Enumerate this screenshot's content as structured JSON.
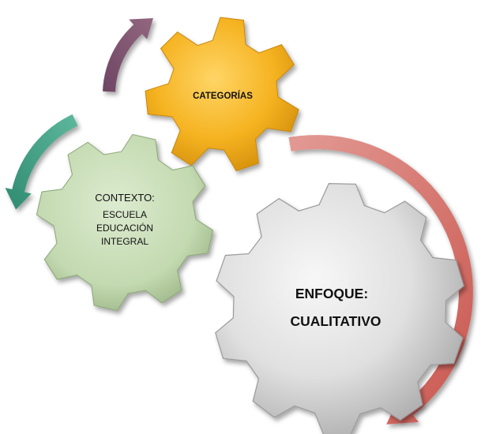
{
  "gears": {
    "categorias": {
      "label": "CATEGORÍAS",
      "color": "#F5B321"
    },
    "contexto": {
      "lines": [
        "CONTEXTO:",
        "ESCUELA",
        "EDUCACIÓN",
        "INTEGRAL"
      ],
      "color": "#C9DDB8"
    },
    "enfoque": {
      "lines": [
        "ENFOQUE:",
        "CUALITATIVO"
      ],
      "color": "#DCDCDC"
    }
  },
  "arrows": {
    "purple": {
      "color": "#7E5271",
      "direction": "up"
    },
    "teal": {
      "color": "#3F9E84",
      "direction": "down"
    },
    "red": {
      "color": "#D9736C",
      "direction": "down"
    }
  }
}
